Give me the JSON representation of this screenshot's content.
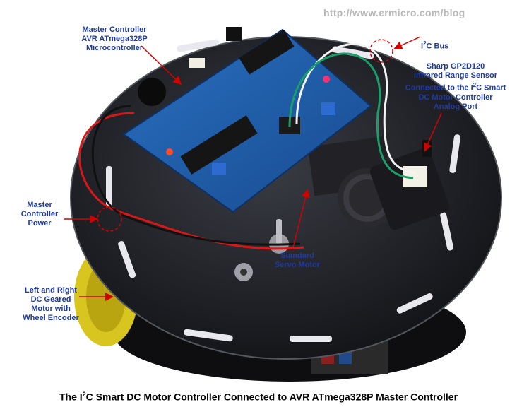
{
  "watermark": "http://www.ermicro.com/blog",
  "callouts": {
    "master_controller": "Master Controller\nAVR ATmega328P\nMicrocontroller",
    "i2c_bus": {
      "pre": "I",
      "sup": "2",
      "post": "C Bus"
    },
    "sharp_sensor": {
      "line1": "Sharp GP2D120\nInfrared Range Sensor\nConnected to the I",
      "sup": "2",
      "line2": "C Smart\nDC Motor Controller\nAnalog Port"
    },
    "master_power": "Master\nController\nPower",
    "servo": "Standard\nServo Motor",
    "motors": "Left and Right\nDC Geared\nMotor with\nWheel Encoder"
  },
  "caption": {
    "pre": "The I",
    "sup": "2",
    "post": "C Smart DC Motor Controller Connected to AVR ATmega328P Master Controller"
  },
  "colors": {
    "label": "#1f3aa0",
    "arrow": "#d40000",
    "pcb": "#1d5fb0",
    "chassis": "#1b1c20"
  }
}
